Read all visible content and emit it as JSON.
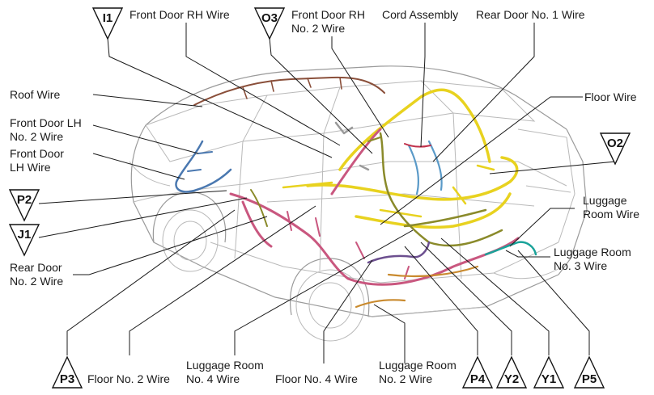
{
  "labels": {
    "front_door_rh_wire": "Front Door RH Wire",
    "front_door_rh_no2_l1": "Front Door RH",
    "front_door_rh_no2_l2": "No. 2 Wire",
    "cord_assembly": "Cord Assembly",
    "rear_door_no1_wire": "Rear Door No. 1 Wire",
    "roof_wire": "Roof Wire",
    "floor_wire": "Floor Wire",
    "front_door_lh_no2_l1": "Front Door LH",
    "front_door_lh_no2_l2": "No. 2 Wire",
    "front_door_lh_l1": "Front Door",
    "front_door_lh_l2": "LH Wire",
    "rear_door_no2_l1": "Rear Door",
    "rear_door_no2_l2": "No. 2 Wire",
    "luggage_room_wire_l1": "Luggage",
    "luggage_room_wire_l2": "Room Wire",
    "luggage_room_no3_l1": "Luggage Room",
    "luggage_room_no3_l2": "No. 3 Wire",
    "floor_no2_wire": "Floor No. 2 Wire",
    "luggage_room_no4_l1": "Luggage Room",
    "luggage_room_no4_l2": "No. 4 Wire",
    "floor_no4_wire": "Floor No. 4 Wire",
    "luggage_room_no2_l1": "Luggage Room",
    "luggage_room_no2_l2": "No. 2 Wire"
  },
  "connectors": {
    "i1": "I1",
    "o3": "O3",
    "o2": "O2",
    "p2": "P2",
    "j1": "J1",
    "p3": "P3",
    "p4": "P4",
    "y2": "Y2",
    "y1": "Y1",
    "p5": "P5"
  },
  "colors": {
    "floor_wire": "#e8d21f",
    "floor_no2_wire": "#c9577f",
    "roof_wire": "#8a4f3a",
    "front_door_wire": "#4a78b0",
    "luggage_wire": "#8a8a2a",
    "luggage_room_no3": "#1aa39a",
    "luggage_room_no4": "#6c4f8f",
    "luggage_room_no2": "#c98a2e",
    "cord_assembly": "#c0304a",
    "rear_door_wire": "#5a9ac8"
  }
}
